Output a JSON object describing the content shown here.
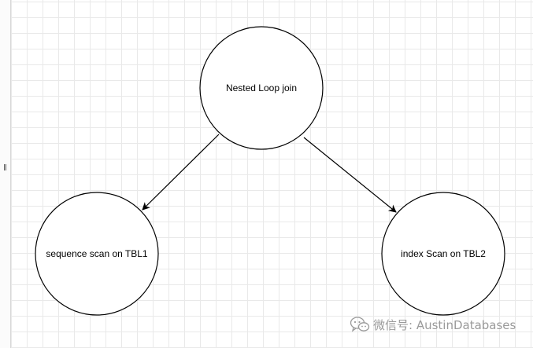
{
  "diagram": {
    "nodes": [
      {
        "id": "join",
        "label": "Nested Loop join"
      },
      {
        "id": "scan1",
        "label": "sequence scan on TBL1"
      },
      {
        "id": "scan2",
        "label": "index Scan on TBL2"
      }
    ],
    "edges": [
      {
        "from": "join",
        "to": "scan1"
      },
      {
        "from": "join",
        "to": "scan2"
      }
    ]
  },
  "watermark": {
    "icon": "wechat-icon",
    "text": "微信号: AustinDatabases"
  },
  "colors": {
    "node_stroke": "#000000",
    "node_fill": "#ffffff",
    "grid": "#e9e9e9",
    "watermark": "#9a9a9a"
  }
}
